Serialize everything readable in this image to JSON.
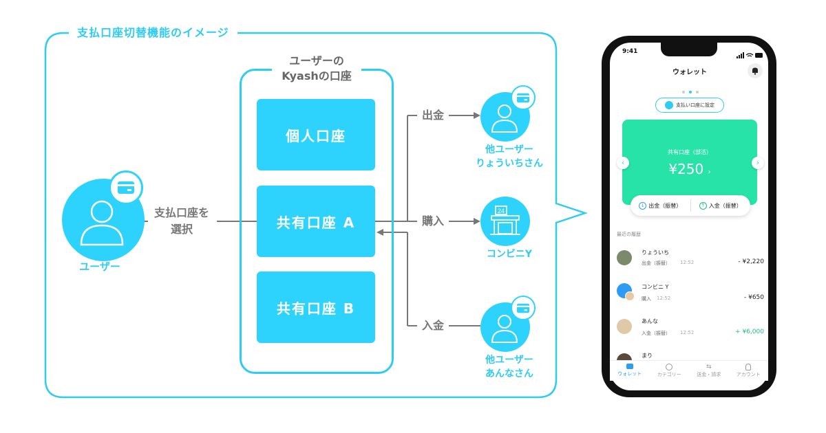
{
  "frame_title": "支払口座切替機能のイメージ",
  "kyash": {
    "title_line1": "ユーザーの",
    "title_line2": "Kyashの口座",
    "accounts": [
      "個人口座",
      "共有口座 A",
      "共有口座 B"
    ]
  },
  "user": {
    "label": "ユーザー",
    "action_line1": "支払口座を",
    "action_line2": "選択"
  },
  "flows": {
    "withdraw": "出金",
    "purchase": "購入",
    "deposit": "入金"
  },
  "others": {
    "ryoichi_line1": "他ユーザー",
    "ryoichi_line2": "りょういちさん",
    "store": "コンビニY",
    "store_sign": "24",
    "anna_line1": "他ユーザー",
    "anna_line2": "あんなさん"
  },
  "colors": {
    "accent": "#2ecbf5",
    "account_fill": "#2ed3fd",
    "wallet_green": "#27e3a7"
  },
  "phone": {
    "time": "9:41",
    "header_title": "ウォレット",
    "set_payment_button": "支払い口座に設定",
    "card_name": "共有口座（部活）",
    "card_balance": "¥250",
    "withdraw_button": "出金（振替）",
    "deposit_button": "入金（振替）",
    "history_title": "最近の履歴",
    "history": [
      {
        "name": "りょういち",
        "type": "出金（振替）",
        "time": "12:52",
        "amount": "- ¥2,220",
        "positive": false
      },
      {
        "name": "コンビニ Y",
        "type": "購入",
        "time": "12:52",
        "amount": "- ¥650",
        "positive": false
      },
      {
        "name": "あんな",
        "type": "入金（振替）",
        "time": "12:52",
        "amount": "+ ¥6,000",
        "positive": true
      },
      {
        "name": "まり",
        "type": "",
        "time": "",
        "amount": "",
        "positive": false
      }
    ],
    "tabs": [
      "ウォレット",
      "カテゴリー",
      "送金・請求",
      "アカウント"
    ]
  }
}
